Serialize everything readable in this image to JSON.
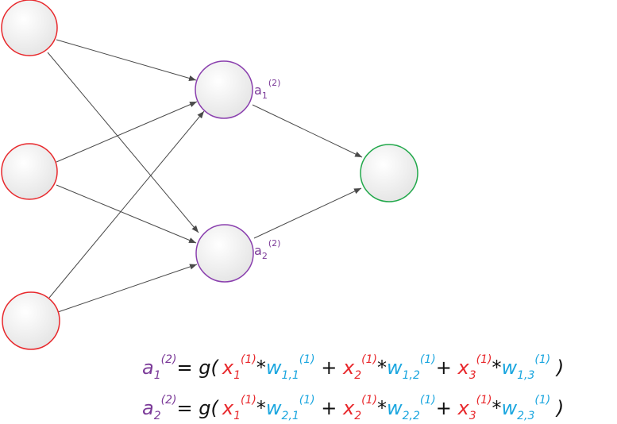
{
  "colors": {
    "input_node_stroke": "#e8282c",
    "hidden_node_stroke": "#8a3fae",
    "output_node_stroke": "#22a84b",
    "node_fill_light": "#ffffff",
    "node_fill_dark": "#e6e6e6",
    "edge": "#4a4a4a",
    "activation_text": "#7b3a98",
    "input_text": "#e8282c",
    "weight_text": "#1ba6df",
    "black_text": "#111111"
  },
  "nodes": {
    "hidden_1_label": {
      "base": "a",
      "sub": "1",
      "sup": "(2)"
    },
    "hidden_2_label": {
      "base": "a",
      "sub": "2",
      "sup": "(2)"
    }
  },
  "equations": [
    {
      "lhs": {
        "base": "a",
        "sub": "1",
        "sup": "(2)"
      },
      "eq": "= g(",
      "terms": [
        {
          "x_base": "x",
          "x_sub": "1",
          "x_sup": "(1)",
          "mul": "*",
          "w_base": "w",
          "w_sub": "1,1",
          "w_sup": "(1)",
          "plus": " + "
        },
        {
          "x_base": "x",
          "x_sub": "2",
          "x_sup": "(1)",
          "mul": "*",
          "w_base": "w",
          "w_sub": "1,2",
          "w_sup": "(1)",
          "plus": "+ "
        },
        {
          "x_base": "x",
          "x_sub": "3",
          "x_sup": "(1)",
          "mul": "*",
          "w_base": "w",
          "w_sub": "1,3",
          "w_sup": "(1)",
          "plus": ""
        }
      ],
      "close": " )"
    },
    {
      "lhs": {
        "base": "a",
        "sub": "2",
        "sup": "(2)"
      },
      "eq": "= g(",
      "terms": [
        {
          "x_base": "x",
          "x_sub": "1",
          "x_sup": "(1)",
          "mul": "*",
          "w_base": "w",
          "w_sub": "2,1",
          "w_sup": "(1)",
          "plus": " + "
        },
        {
          "x_base": "x",
          "x_sub": "2",
          "x_sup": "(1)",
          "mul": "*",
          "w_base": "w",
          "w_sub": "2,2",
          "w_sup": "(1)",
          "plus": "+ "
        },
        {
          "x_base": "x",
          "x_sub": "3",
          "x_sup": "(1)",
          "mul": "*",
          "w_base": "w",
          "w_sub": "2,3",
          "w_sup": "(1)",
          "plus": ""
        }
      ],
      "close": " )"
    }
  ]
}
